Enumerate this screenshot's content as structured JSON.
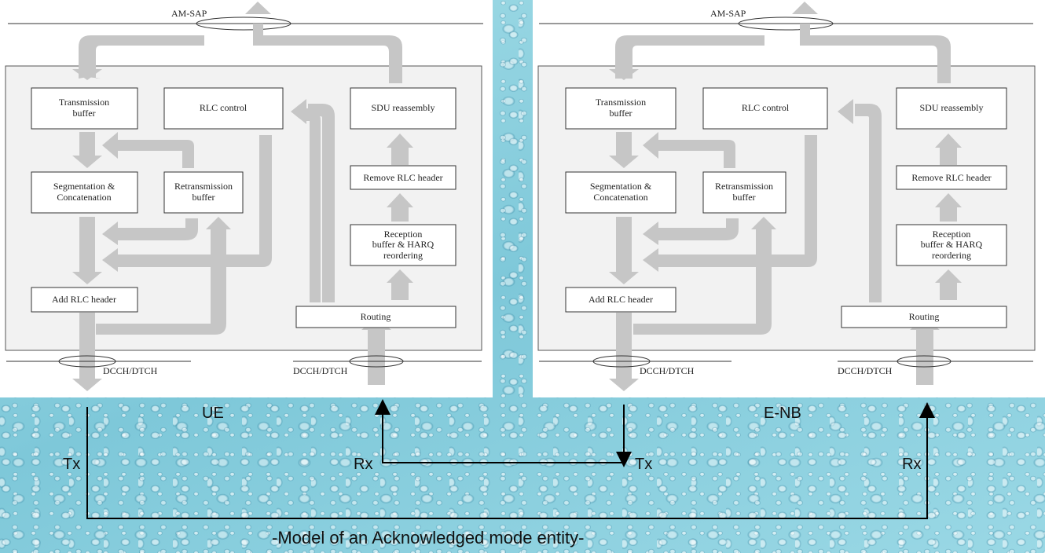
{
  "left": {
    "am_sap": "AM-SAP",
    "tx_buffer": [
      "Transmission",
      "buffer"
    ],
    "rlc_control": "RLC control",
    "sdu_reassembly": "SDU reassembly",
    "seg_concat": [
      "Segmentation &",
      "Concatenation"
    ],
    "retx_buffer": [
      "Retransmission",
      "buffer"
    ],
    "remove_header": "Remove RLC header",
    "reception_buffer": [
      "Reception",
      "buffer & HARQ",
      "reordering"
    ],
    "add_header": "Add RLC header",
    "routing": "Routing",
    "channel_tx": "DCCH/DTCH",
    "channel_rx": "DCCH/DTCH"
  },
  "right": {
    "am_sap": "AM-SAP",
    "tx_buffer": [
      "Transmission",
      "buffer"
    ],
    "rlc_control": "RLC control",
    "sdu_reassembly": "SDU reassembly",
    "seg_concat": [
      "Segmentation &",
      "Concatenation"
    ],
    "retx_buffer": [
      "Retransmission",
      "buffer"
    ],
    "remove_header": "Remove RLC header",
    "reception_buffer": [
      "Reception",
      "buffer & HARQ",
      "reordering"
    ],
    "add_header": "Add RLC header",
    "routing": "Routing",
    "channel_tx": "DCCH/DTCH",
    "channel_rx": "DCCH/DTCH"
  },
  "labels": {
    "ue": "UE",
    "enb": "E-NB",
    "tx_left": "Tx",
    "rx_left": "Rx",
    "tx_right": "Tx",
    "rx_right": "Rx"
  },
  "caption": "-Model of an Acknowledged mode entity-"
}
